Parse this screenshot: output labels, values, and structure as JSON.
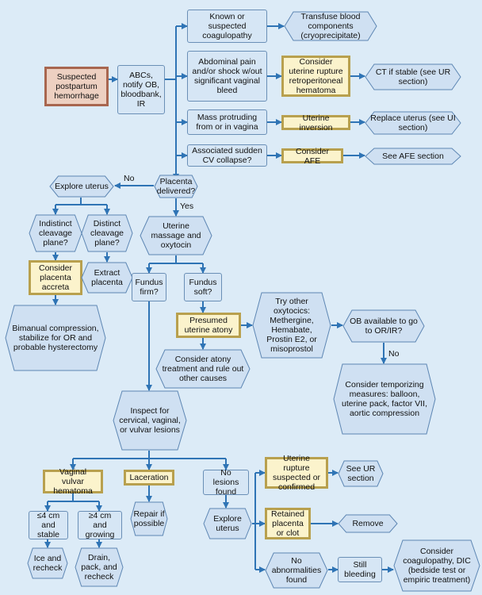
{
  "nodes": {
    "suspected_pph": "Suspected postpartum hemorrhage",
    "abcs": "ABCs, notify OB, bloodbank, IR",
    "known_coag": "Known or suspected coagulopathy",
    "transfuse": "Transfuse blood components (cryoprecipitate)",
    "abd_pain": "Abdominal pain and/or shock w/out significant vaginal bleed",
    "consider_uterine_rupture": "Consider uterine rupture retroperitoneal hematoma",
    "ct_if_stable": "CT if stable (see UR section)",
    "mass_protruding": "Mass protruding from or in vagina",
    "uterine_inversion": "Uterine inversion",
    "replace_uterus": "Replace uterus (see UI section)",
    "cv_collapse": "Associated sudden CV collapse?",
    "consider_afe": "Consider AFE",
    "see_afe": "See AFE section",
    "placenta_delivered": "Placenta delivered?",
    "explore_uterus_top": "Explore uterus",
    "indistinct": "Indistinct cleavage plane?",
    "distinct": "Distinct cleavage plane?",
    "consider_accreta": "Consider placenta accreta",
    "extract_placenta": "Extract placenta",
    "bimanual": "Bimanual compression, stabilize for OR and probable hysterectomy",
    "uterine_massage": "Uterine massage and oxytocin",
    "fundus_firm": "Fundus firm?",
    "fundus_soft": "Fundus soft?",
    "presumed_atony": "Presumed uterine atony",
    "try_oxytocics": "Try other oxytocics: Methergine, Hemabate, Prostin E2, or misoprostol",
    "ob_available": "OB available to go to OR/IR?",
    "consider_atony": "Consider atony treatment and rule out other causes",
    "temporizing": "Consider temporizing measures: balloon, uterine pack, factor VII, aortic compression",
    "inspect": "Inspect for cervical, vaginal, or vulvar lesions",
    "vaginal_vulvar": "Vaginal vulvar hematoma",
    "laceration": "Laceration",
    "no_lesions": "No lesions found",
    "lt4cm": "≤4 cm and stable",
    "ge4cm": "≥4 cm and growing",
    "repair": "Repair if possible",
    "explore_uterus_bottom": "Explore uterus",
    "ice": "Ice and recheck",
    "drain": "Drain, pack, and recheck",
    "ur_suspected": "Uterine rupture suspected or confirmed",
    "see_ur": "See UR section",
    "retained": "Retained placenta or clot",
    "remove": "Remove",
    "no_abnormalities": "No abnormalities found",
    "still_bleeding": "Still bleeding",
    "consider_coag": "Consider coagulopathy, DIC (bedside test or empiric treatment)"
  },
  "edge_labels": {
    "no_placenta": "No",
    "yes_placenta": "Yes",
    "no_ob": "No"
  },
  "colors": {
    "background": "#dcebf7",
    "arrow": "#2f74b5",
    "hex_fill": "#cfe0f2",
    "hex_stroke": "#5d86b3",
    "red_fill": "#edd0c1",
    "red_stroke": "#a8664f",
    "gold_fill": "#fbf3cc",
    "gold_stroke": "#b8a04e"
  }
}
